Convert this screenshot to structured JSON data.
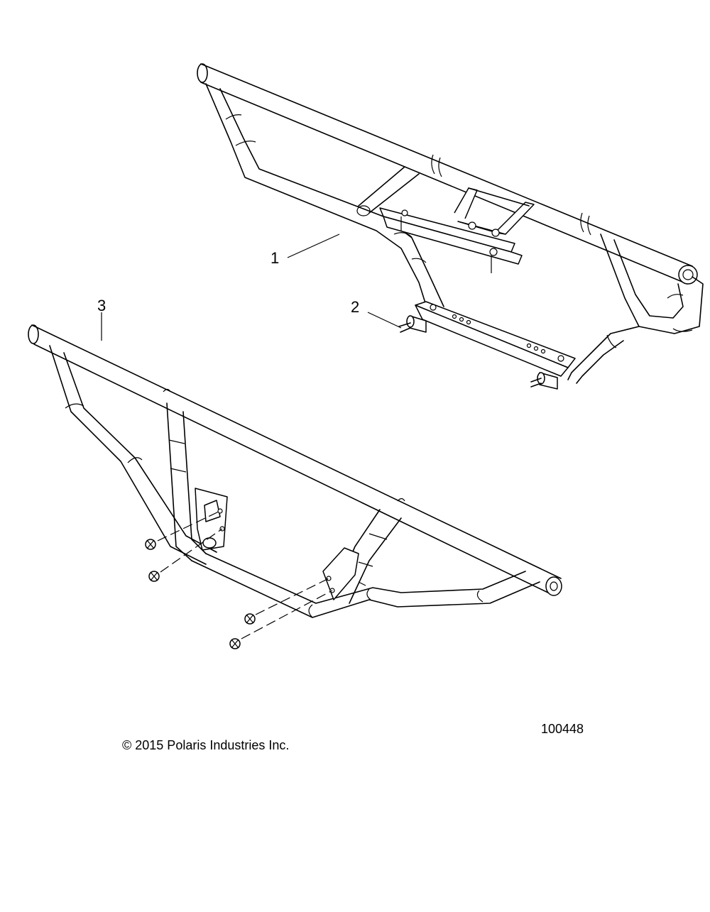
{
  "diagram": {
    "callouts": [
      {
        "id": "1",
        "label": "1"
      },
      {
        "id": "2",
        "label": "2"
      },
      {
        "id": "3",
        "label": "3"
      }
    ],
    "figure_number": "100448",
    "copyright": "© 2015 Polaris Industries Inc."
  }
}
